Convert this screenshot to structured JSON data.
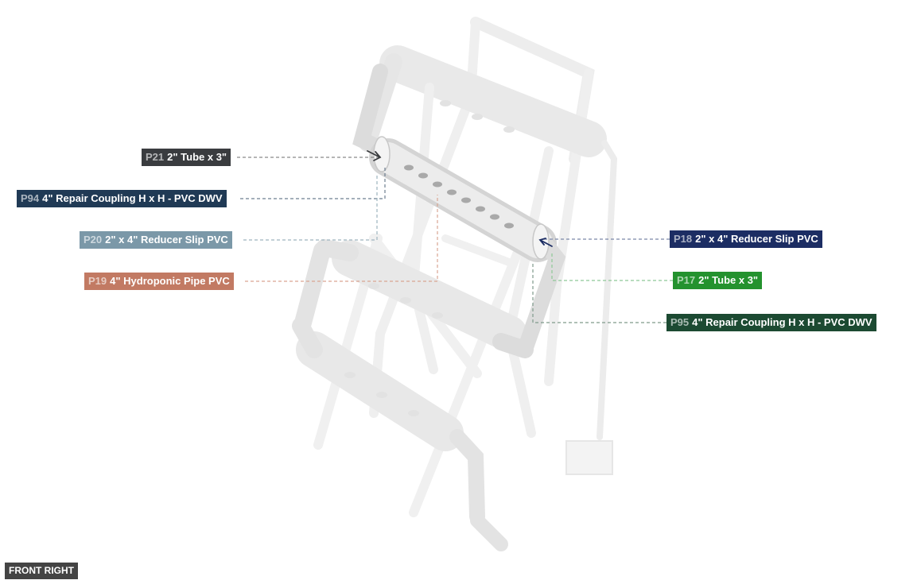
{
  "view_label": "FRONT RIGHT",
  "callouts": [
    {
      "id": "P21",
      "text": "2\" Tube x 3\"",
      "color": "#3a3c3f"
    },
    {
      "id": "P94",
      "text": "4\" Repair Coupling H x H - PVC DWV",
      "color": "#203a55"
    },
    {
      "id": "P20",
      "text": "2\" x 4\" Reducer Slip PVC",
      "color": "#7b98a8"
    },
    {
      "id": "P19",
      "text": "4\" Hydroponic Pipe PVC",
      "color": "#c27a63"
    },
    {
      "id": "P18",
      "text": "2\" x 4\" Reducer Slip PVC",
      "color": "#1c2d63"
    },
    {
      "id": "P17",
      "text": "2\" Tube x 3\"",
      "color": "#24922e"
    },
    {
      "id": "P95",
      "text": "4\" Repair Coupling H x H - PVC DWV",
      "color": "#1c4a32"
    }
  ]
}
